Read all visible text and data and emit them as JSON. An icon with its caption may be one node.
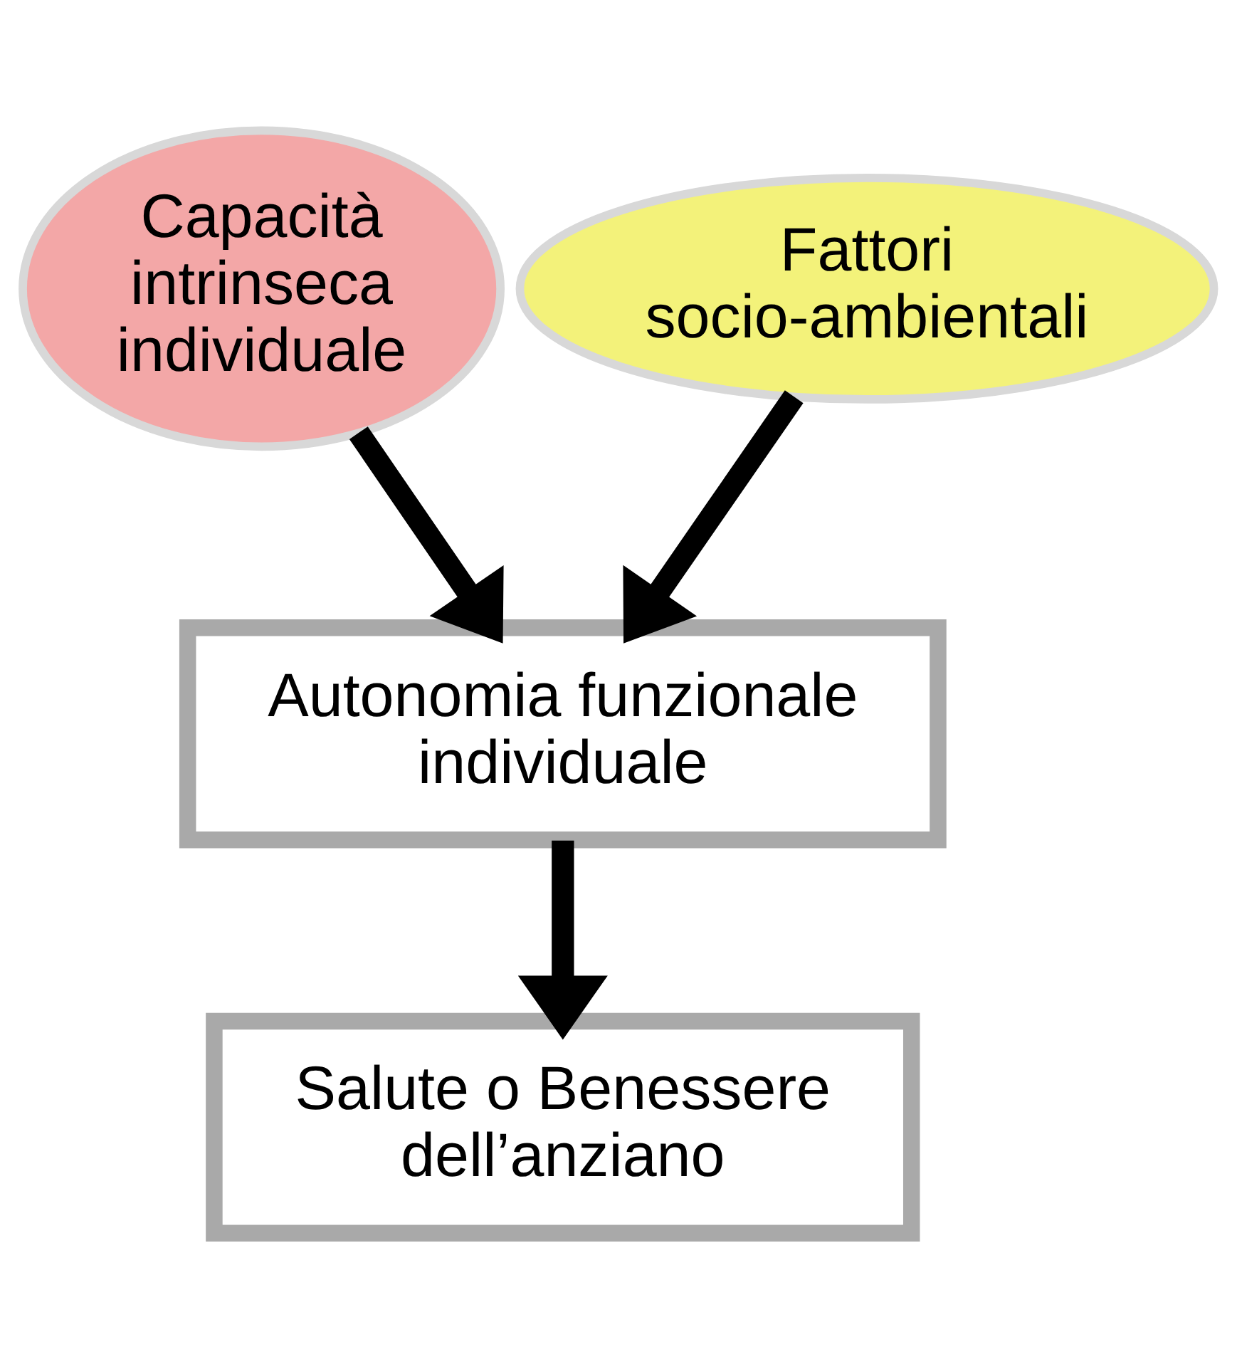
{
  "diagram": {
    "nodes": [
      {
        "text": [
          "Capacità intrinseca individuale"
        ]
      },
      {
        "text": [
          "Fattori socio-ambientali"
        ]
      },
      {
        "text": [
          "Autonomia funzionale individuale"
        ]
      },
      {
        "text": [
          "Salute o Benessere dell’anziano"
        ]
      }
    ],
    "edges": [
      {
        "from": 0,
        "to": 2,
        "arrow": "to"
      },
      {
        "from": 1,
        "to": 2,
        "arrow": "to"
      },
      {
        "from": 2,
        "to": 3,
        "arrow": "to"
      }
    ]
  }
}
